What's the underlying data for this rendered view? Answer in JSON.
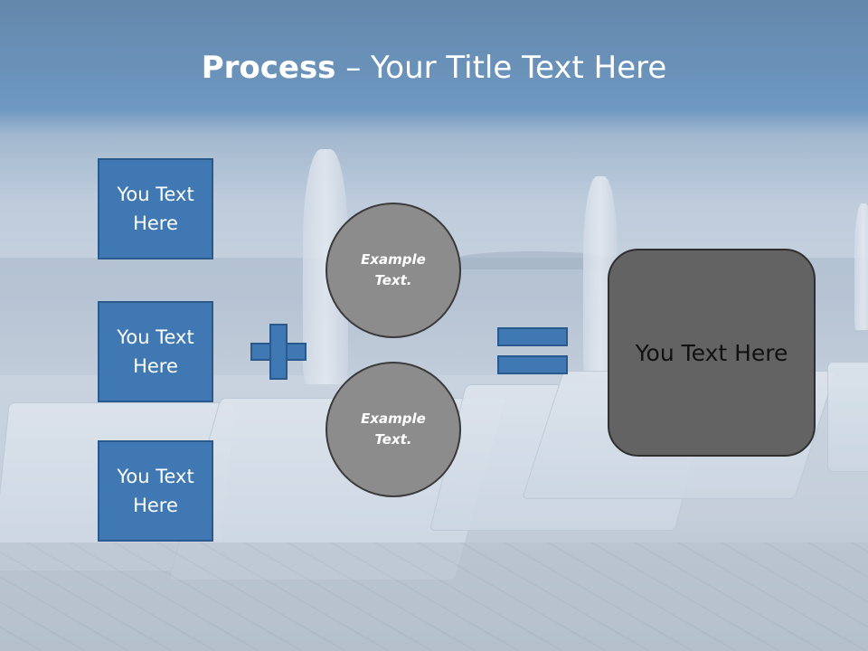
{
  "title": {
    "bold": "Process",
    "rest": " – Your Title Text Here"
  },
  "boxes": [
    {
      "label": "You Text Here"
    },
    {
      "label": "You Text Here"
    },
    {
      "label": "You Text Here"
    }
  ],
  "circles": [
    {
      "label": "Example Text."
    },
    {
      "label": "Example Text."
    }
  ],
  "result": {
    "label": "You Text Here"
  },
  "colors": {
    "box_fill": "#3f78b2",
    "circle_fill": "#8c8c8c",
    "result_fill": "#636363"
  },
  "icons": {
    "operator_1": "plus-icon",
    "operator_2": "equals-icon"
  }
}
